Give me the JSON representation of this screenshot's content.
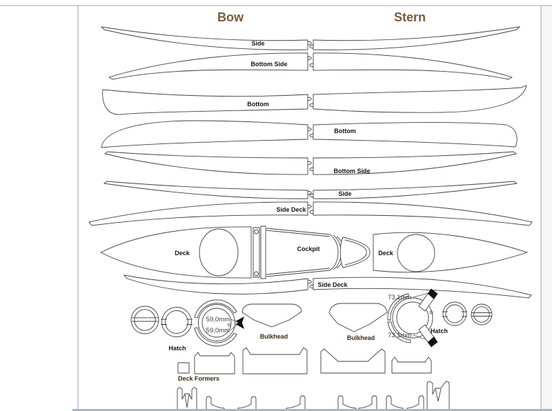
{
  "drawing": {
    "title_bow": "Bow",
    "title_stern": "Stern",
    "labels": {
      "side_top": "Side",
      "bottom_side_top": "Bottom Side",
      "bottom_left": "Bottom",
      "bottom_right": "Bottom",
      "bottom_side_bottom": "Bottom Side",
      "side_bottom": "Side",
      "side_deck_top": "Side Deck",
      "deck_left": "Deck",
      "cockpit": "Cockpit",
      "deck_right": "Deck",
      "side_deck_bottom": "Side Deck",
      "hatch_left": "Hatch",
      "bulkhead_left": "Bulkhead",
      "bulkhead_right": "Bulkhead",
      "hatch_right": "Hatch",
      "deck_formers": "Deck Formers"
    },
    "dimensions": {
      "hatch_left_dia_top": "59,0mm",
      "hatch_left_dia_bottom": "59,0mm",
      "hatch_right_dia_top": "73,1mm",
      "hatch_right_dia_bottom": "73,1mm"
    },
    "colors": {
      "heading_brown": "#7a5b38",
      "label_black": "#141414",
      "label_brown": "#3b2a12",
      "outline_gray": "#3f3f3f",
      "page_border_gray": "#a0a0a0",
      "background": "#ffffff"
    }
  }
}
